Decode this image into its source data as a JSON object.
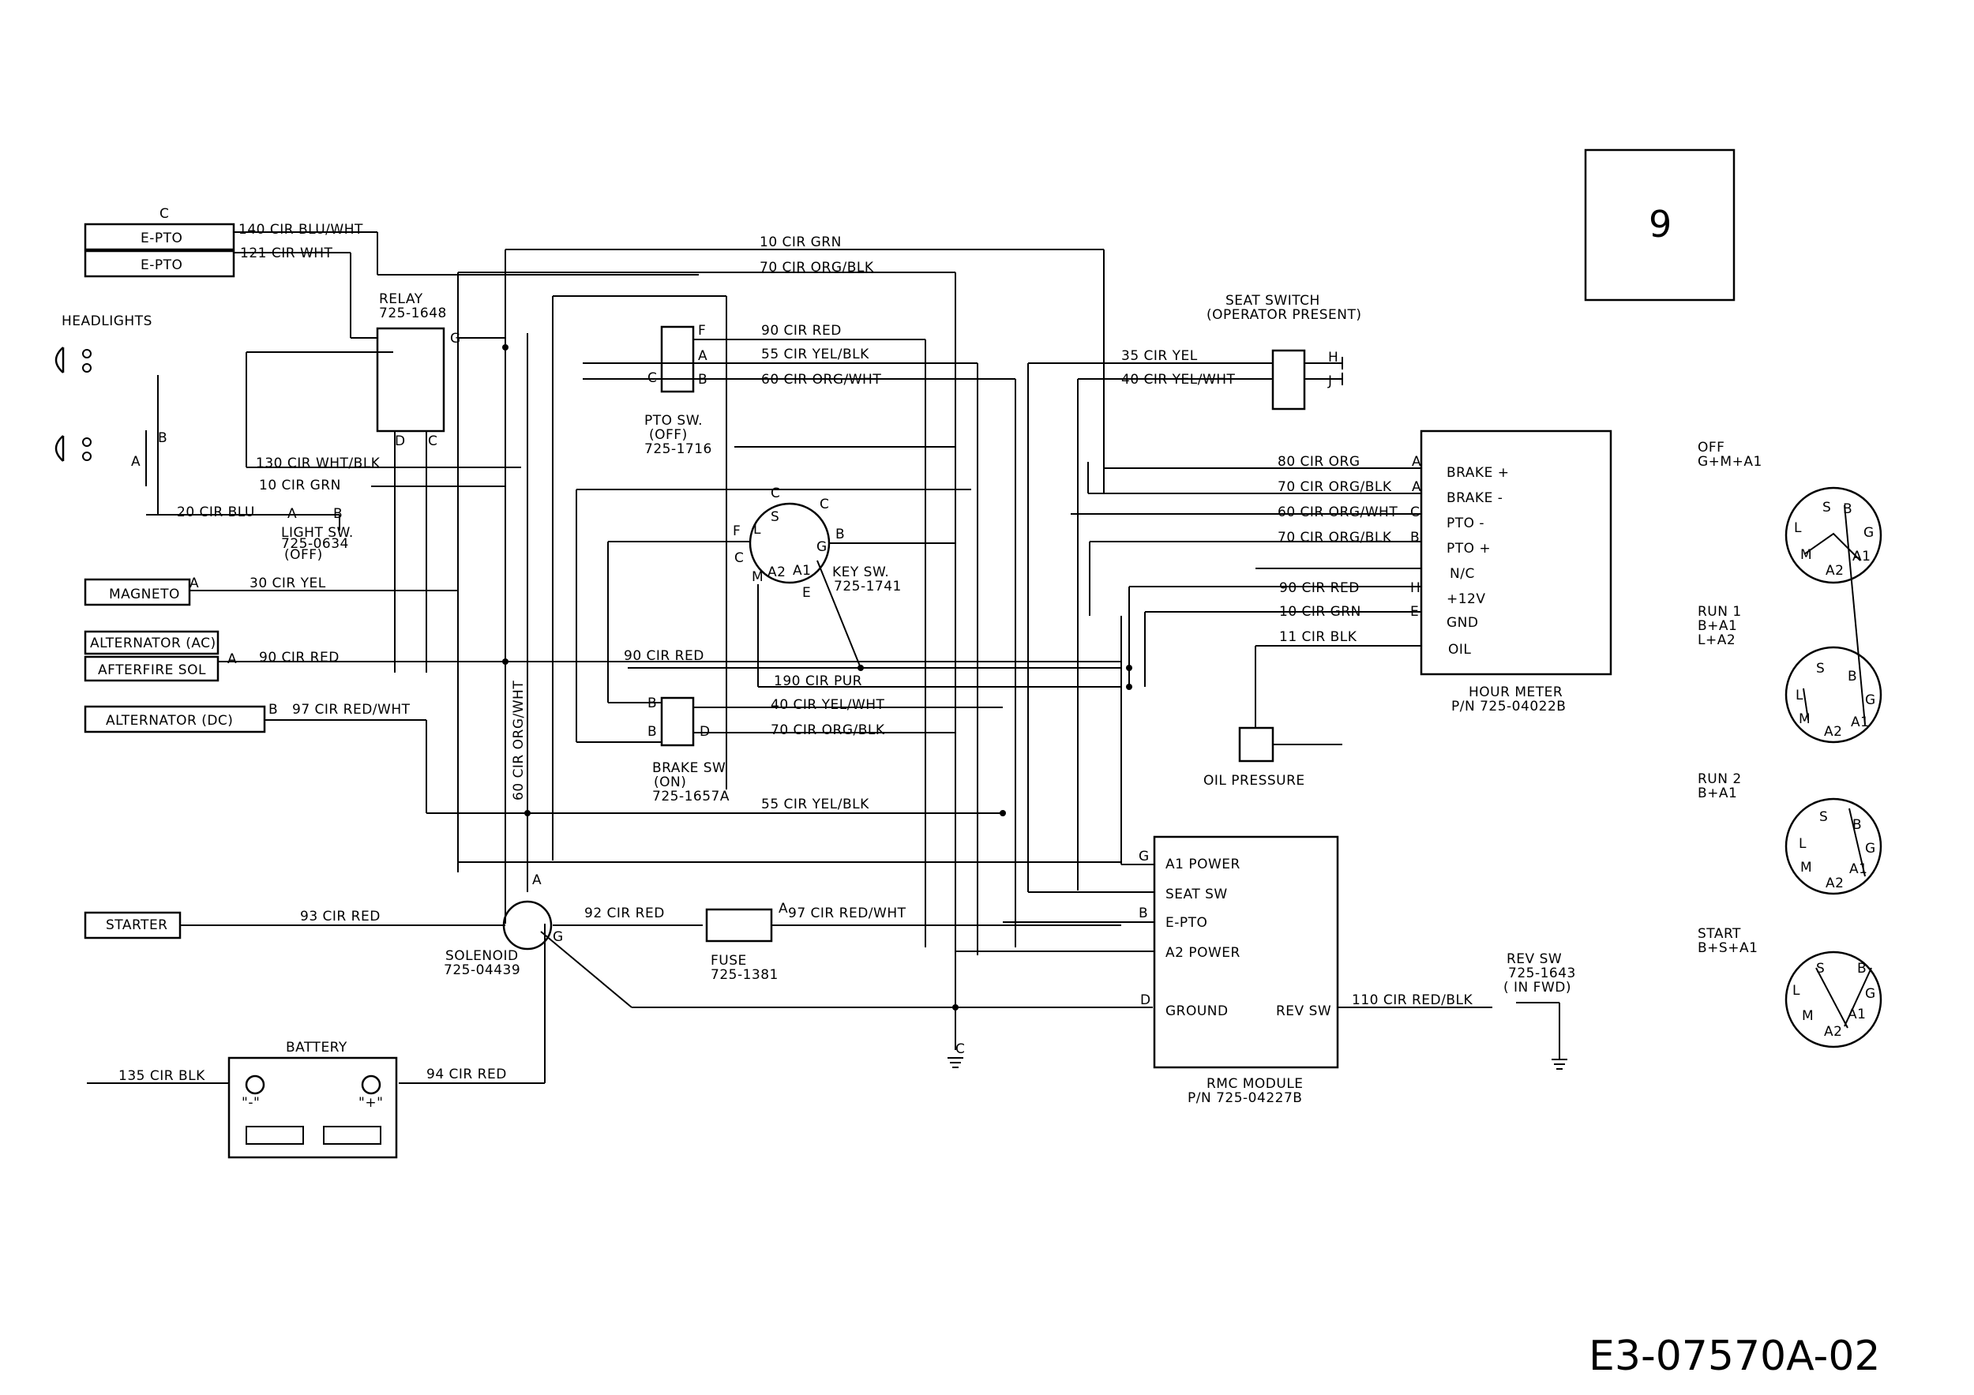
{
  "page_number": "9",
  "drawing_id": "E3-07570A-02",
  "components": {
    "epto_c": "C",
    "epto1": "E-PTO",
    "epto2": "E-PTO",
    "headlights": "HEADLIGHTS",
    "relay": "RELAY",
    "relay_pn": "725-1648",
    "pto_sw": "PTO SW.",
    "pto_sw_state": "(OFF)",
    "pto_sw_pn": "725-1716",
    "seat_switch": "SEAT SWITCH",
    "seat_switch_state": "(OPERATOR PRESENT)",
    "light_sw": "LIGHT SW.",
    "light_sw_pn": "725-0634",
    "light_sw_state": "(OFF)",
    "magneto": "MAGNETO",
    "alternator_ac": "ALTERNATOR (AC)",
    "afterfire_sol": "AFTERFIRE SOL",
    "alternator_dc": "ALTERNATOR (DC)",
    "key_sw": "KEY SW.",
    "key_sw_pn": "725-1741",
    "brake_sw": "BRAKE SW.",
    "brake_sw_state": "(ON)",
    "brake_sw_pn": "725-1657A",
    "starter": "STARTER",
    "solenoid": "SOLENOID",
    "solenoid_pn": "725-04439",
    "fuse": "FUSE",
    "fuse_pn": "725-1381",
    "battery": "BATTERY",
    "battery_neg": "\"-\"",
    "battery_pos": "\"+\"",
    "hour_meter": "HOUR METER",
    "hour_meter_pn": "P/N 725-04022B",
    "oil_pressure": "OIL PRESSURE",
    "rmc_module": "RMC MODULE",
    "rmc_module_pn": "P/N 725-04227B",
    "rev_sw": "REV SW",
    "rev_sw_pn": "725-1643",
    "rev_sw_state": "( IN FWD)"
  },
  "hour_meter_pins": [
    "BRAKE +",
    "BRAKE -",
    "PTO -",
    "PTO +",
    "N/C",
    "+12V",
    "GND",
    "OIL"
  ],
  "rmc_pins": [
    "A1 POWER",
    "SEAT SW",
    "E-PTO",
    "A2 POWER",
    "GROUND",
    "REV SW"
  ],
  "wires": {
    "w140": "140 CIR BLU/WHT",
    "w121": "121 CIR WHT",
    "w10top": "10 CIR GRN",
    "w70top": "70 CIR ORG/BLK",
    "w90red": "90 CIR RED",
    "w55": "55 CIR YEL/BLK",
    "w60": "60 CIR ORG/WHT",
    "w35": "35 CIR YEL",
    "w40": "40 CIR YEL/WHT",
    "w130": "130 CIR WHT/BLK",
    "w10mid": "10 CIR GRN",
    "w20": "20 CIR BLU",
    "w30": "30 CIR YEL",
    "w90alt": "90 CIR RED",
    "w90mid": "90 CIR RED",
    "w97top": "97 CIR RED/WHT",
    "w60v": "60 CIR ORG/WHT",
    "w190": "190 CIR PUR",
    "w40b": "40 CIR YEL/WHT",
    "w70b": "70 CIR ORG/BLK",
    "w55b": "55 CIR YEL/BLK",
    "w80": "80 CIR ORG",
    "w70hm": "70 CIR ORG/BLK",
    "w60hm": "60 CIR ORG/WHT",
    "w70hm2": "70 CIR ORG/BLK",
    "w90hm": "90 CIR RED",
    "w10hm": "10 CIR GRN",
    "w11": "11 CIR BLK",
    "w93": "93 CIR RED",
    "w92": "92 CIR RED",
    "w97fuse": "97 CIR RED/WHT",
    "w135": "135 CIR BLK",
    "w94": "94 CIR RED",
    "w110": "110 CIR RED/BLK"
  },
  "pins": {
    "relay_g": "G",
    "relay_d": "D",
    "relay_c": "C",
    "pto_f": "F",
    "pto_a": "A",
    "pto_c": "C",
    "pto_b": "B",
    "seat_h": "H",
    "seat_j": "J",
    "hl_b": "B",
    "hl_a": "A",
    "ls_a": "A",
    "ls_b": "B",
    "mag_a": "A",
    "alt_a": "A",
    "altdc_b": "B",
    "key_c1": "C",
    "key_c2": "C",
    "key_b": "B",
    "key_g": "G",
    "key_c3": "C",
    "key_f": "F",
    "key_e": "E",
    "key_s": "S",
    "key_l": "L",
    "key_m": "M",
    "key_a2": "A2",
    "key_a1": "A1",
    "brk_b1": "B",
    "brk_b2": "B",
    "brk_d": "D",
    "hm_a1": "A",
    "hm_a2": "A",
    "hm_c": "C",
    "hm_b": "B",
    "hm_h": "H",
    "hm_e": "E",
    "sol_a": "A",
    "sol_g": "G",
    "fuse_a": "A",
    "rmc_g": "G",
    "rmc_b": "B",
    "rmc_d": "D",
    "gnd_c": "C"
  },
  "key_positions": [
    {
      "name": "OFF",
      "desc": "G+M+A1"
    },
    {
      "name": "RUN 1",
      "desc": "B+A1",
      "desc2": "L+A2"
    },
    {
      "name": "RUN 2",
      "desc": "B+A1"
    },
    {
      "name": "START",
      "desc": "B+S+A1"
    }
  ],
  "dial_letters": {
    "s": "S",
    "b": "B",
    "l": "L",
    "g": "G",
    "m": "M",
    "a1": "A1",
    "a2": "A2"
  }
}
